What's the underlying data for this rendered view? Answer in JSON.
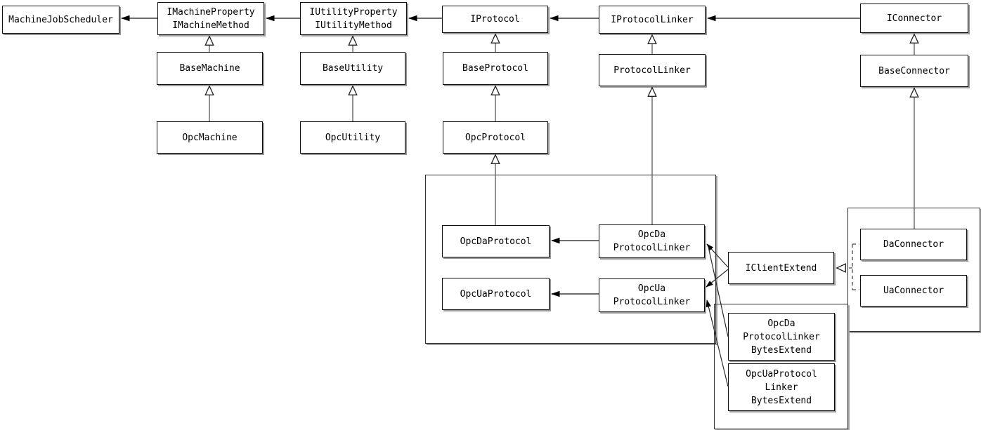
{
  "diagram": {
    "type": "uml-class-diagram",
    "colors": {
      "background": "#ffffff",
      "box_border": "#000000",
      "line": "#3d3d3d",
      "shadow": "#9a9a9a"
    },
    "nodes": {
      "machineJobScheduler": "MachineJobScheduler",
      "iMachine": "IMachineProperty\nIMachineMethod",
      "iUtility": "IUtilityProperty\nIUtilityMethod",
      "iProtocol": "IProtocol",
      "iProtocolLinker": "IProtocolLinker",
      "iConnector": "IConnector",
      "baseMachine": "BaseMachine",
      "baseUtility": "BaseUtility",
      "baseProtocol": "BaseProtocol",
      "protocolLinker": "ProtocolLinker",
      "baseConnector": "BaseConnector",
      "opcMachine": "OpcMachine",
      "opcUtility": "OpcUtility",
      "opcProtocol": "OpcProtocol",
      "opcDaProtocol": "OpcDaProtocol",
      "opcUaProtocol": "OpcUaProtocol",
      "opcDaProtocolLinker": "OpcDa\nProtocolLinker",
      "opcUaProtocolLinker": "OpcUa\nProtocolLinker",
      "iClientExtend": "IClientExtend",
      "daConnector": "DaConnector",
      "uaConnector": "UaConnector",
      "opcDaProtocolLinkerBytesExtend": "OpcDa\nProtocolLinker\nBytesExtend",
      "opcUaProtocolLinkerBytesExtend": "OpcUaProtocol\nLinker\nBytesExtend"
    },
    "edges": [
      {
        "from": "iMachine",
        "to": "machineJobScheduler",
        "type": "arrow"
      },
      {
        "from": "iUtility",
        "to": "iMachine",
        "type": "arrow"
      },
      {
        "from": "iProtocol",
        "to": "iUtility",
        "type": "arrow"
      },
      {
        "from": "iProtocolLinker",
        "to": "iProtocol",
        "type": "arrow"
      },
      {
        "from": "iConnector",
        "to": "iProtocolLinker",
        "type": "arrow"
      },
      {
        "from": "baseMachine",
        "to": "iMachine",
        "type": "inheritance"
      },
      {
        "from": "opcMachine",
        "to": "baseMachine",
        "type": "inheritance"
      },
      {
        "from": "baseUtility",
        "to": "iUtility",
        "type": "inheritance"
      },
      {
        "from": "opcUtility",
        "to": "baseUtility",
        "type": "inheritance"
      },
      {
        "from": "baseProtocol",
        "to": "iProtocol",
        "type": "inheritance"
      },
      {
        "from": "opcProtocol",
        "to": "baseProtocol",
        "type": "inheritance"
      },
      {
        "from": "opcDaProtocol",
        "to": "opcProtocol",
        "type": "inheritance"
      },
      {
        "from": "protocolLinker",
        "to": "iProtocolLinker",
        "type": "inheritance"
      },
      {
        "from": "opcDaProtocolLinker",
        "to": "protocolLinker",
        "type": "inheritance"
      },
      {
        "from": "baseConnector",
        "to": "iConnector",
        "type": "inheritance"
      },
      {
        "from": "daConnector",
        "to": "baseConnector",
        "type": "inheritance"
      },
      {
        "from": "opcDaProtocolLinker",
        "to": "opcDaProtocol",
        "type": "arrow"
      },
      {
        "from": "opcUaProtocolLinker",
        "to": "opcUaProtocol",
        "type": "arrow"
      },
      {
        "from": "iClientExtend",
        "to": "opcDaProtocolLinker",
        "type": "arrow"
      },
      {
        "from": "iClientExtend",
        "to": "opcUaProtocolLinker",
        "type": "arrow"
      },
      {
        "from": "opcDaProtocolLinkerBytesExtend",
        "to": "opcDaProtocolLinker",
        "type": "arrow"
      },
      {
        "from": "opcUaProtocolLinkerBytesExtend",
        "to": "opcUaProtocolLinker",
        "type": "arrow"
      },
      {
        "from": "daConnector",
        "to": "iClientExtend",
        "type": "realization"
      },
      {
        "from": "uaConnector",
        "to": "iClientExtend",
        "type": "realization"
      }
    ]
  }
}
